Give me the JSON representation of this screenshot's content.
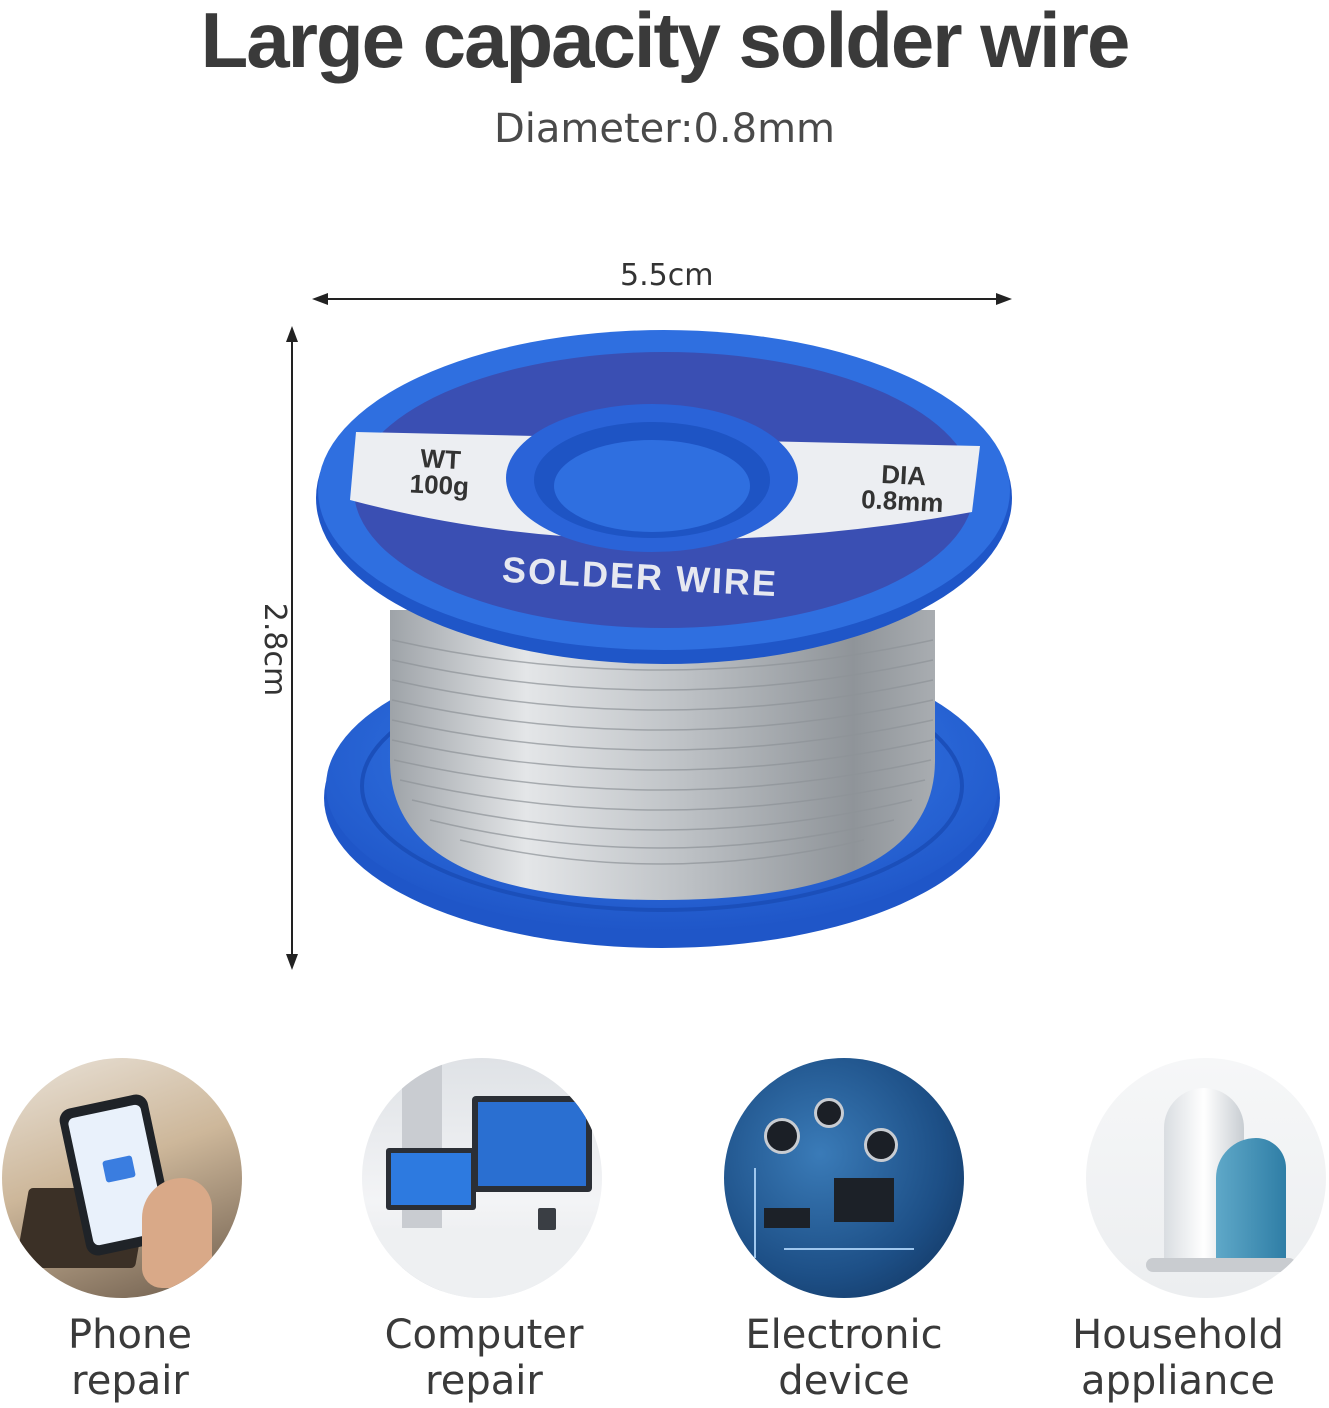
{
  "header": {
    "title": "Large capacity solder wire",
    "subtitle": "Diameter:0.8mm"
  },
  "dimensions": {
    "width_label": "5.5cm",
    "height_label": "2.8cm"
  },
  "spool": {
    "label_wt_line1": "WT",
    "label_wt_line2": "100g",
    "label_dia_line1": "DIA",
    "label_dia_line2": "0.8mm",
    "label_main": "SOLDER WIRE",
    "colors": {
      "flange": "#2f6fe0",
      "label_band": "#3a4fb3",
      "wire": "#bfc3c7"
    }
  },
  "applications": [
    {
      "line1": "Phone",
      "line2": "repair",
      "icon": "phone-repair-photo"
    },
    {
      "line1": "Computer",
      "line2": "repair",
      "icon": "computer-repair-photo"
    },
    {
      "line1": "Electronic",
      "line2": "device",
      "icon": "circuit-board-photo"
    },
    {
      "line1": "Household",
      "line2": "appliance",
      "icon": "iron-photo"
    }
  ]
}
